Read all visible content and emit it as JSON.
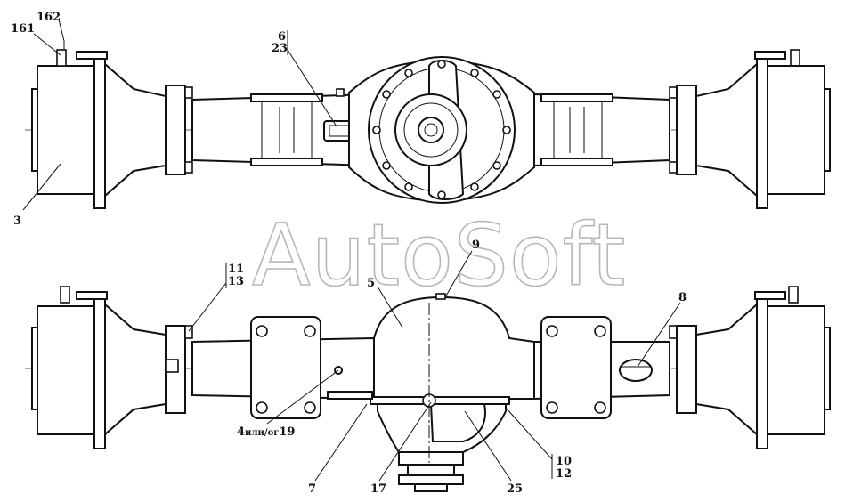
{
  "watermark": "AutoSoft",
  "top_view": {
    "labels": {
      "l162": "162",
      "l161": "161",
      "l6": "6",
      "l23": "23",
      "l3": "3"
    }
  },
  "bottom_view": {
    "labels": {
      "l9": "9",
      "l11": "11",
      "l13": "13",
      "l5": "5",
      "l8": "8",
      "l4_prefix": "4",
      "l4_small": "или/ог",
      "l4_suffix": "19",
      "l7": "7",
      "l17": "17",
      "l25": "25",
      "l10": "10",
      "l12": "12"
    }
  }
}
